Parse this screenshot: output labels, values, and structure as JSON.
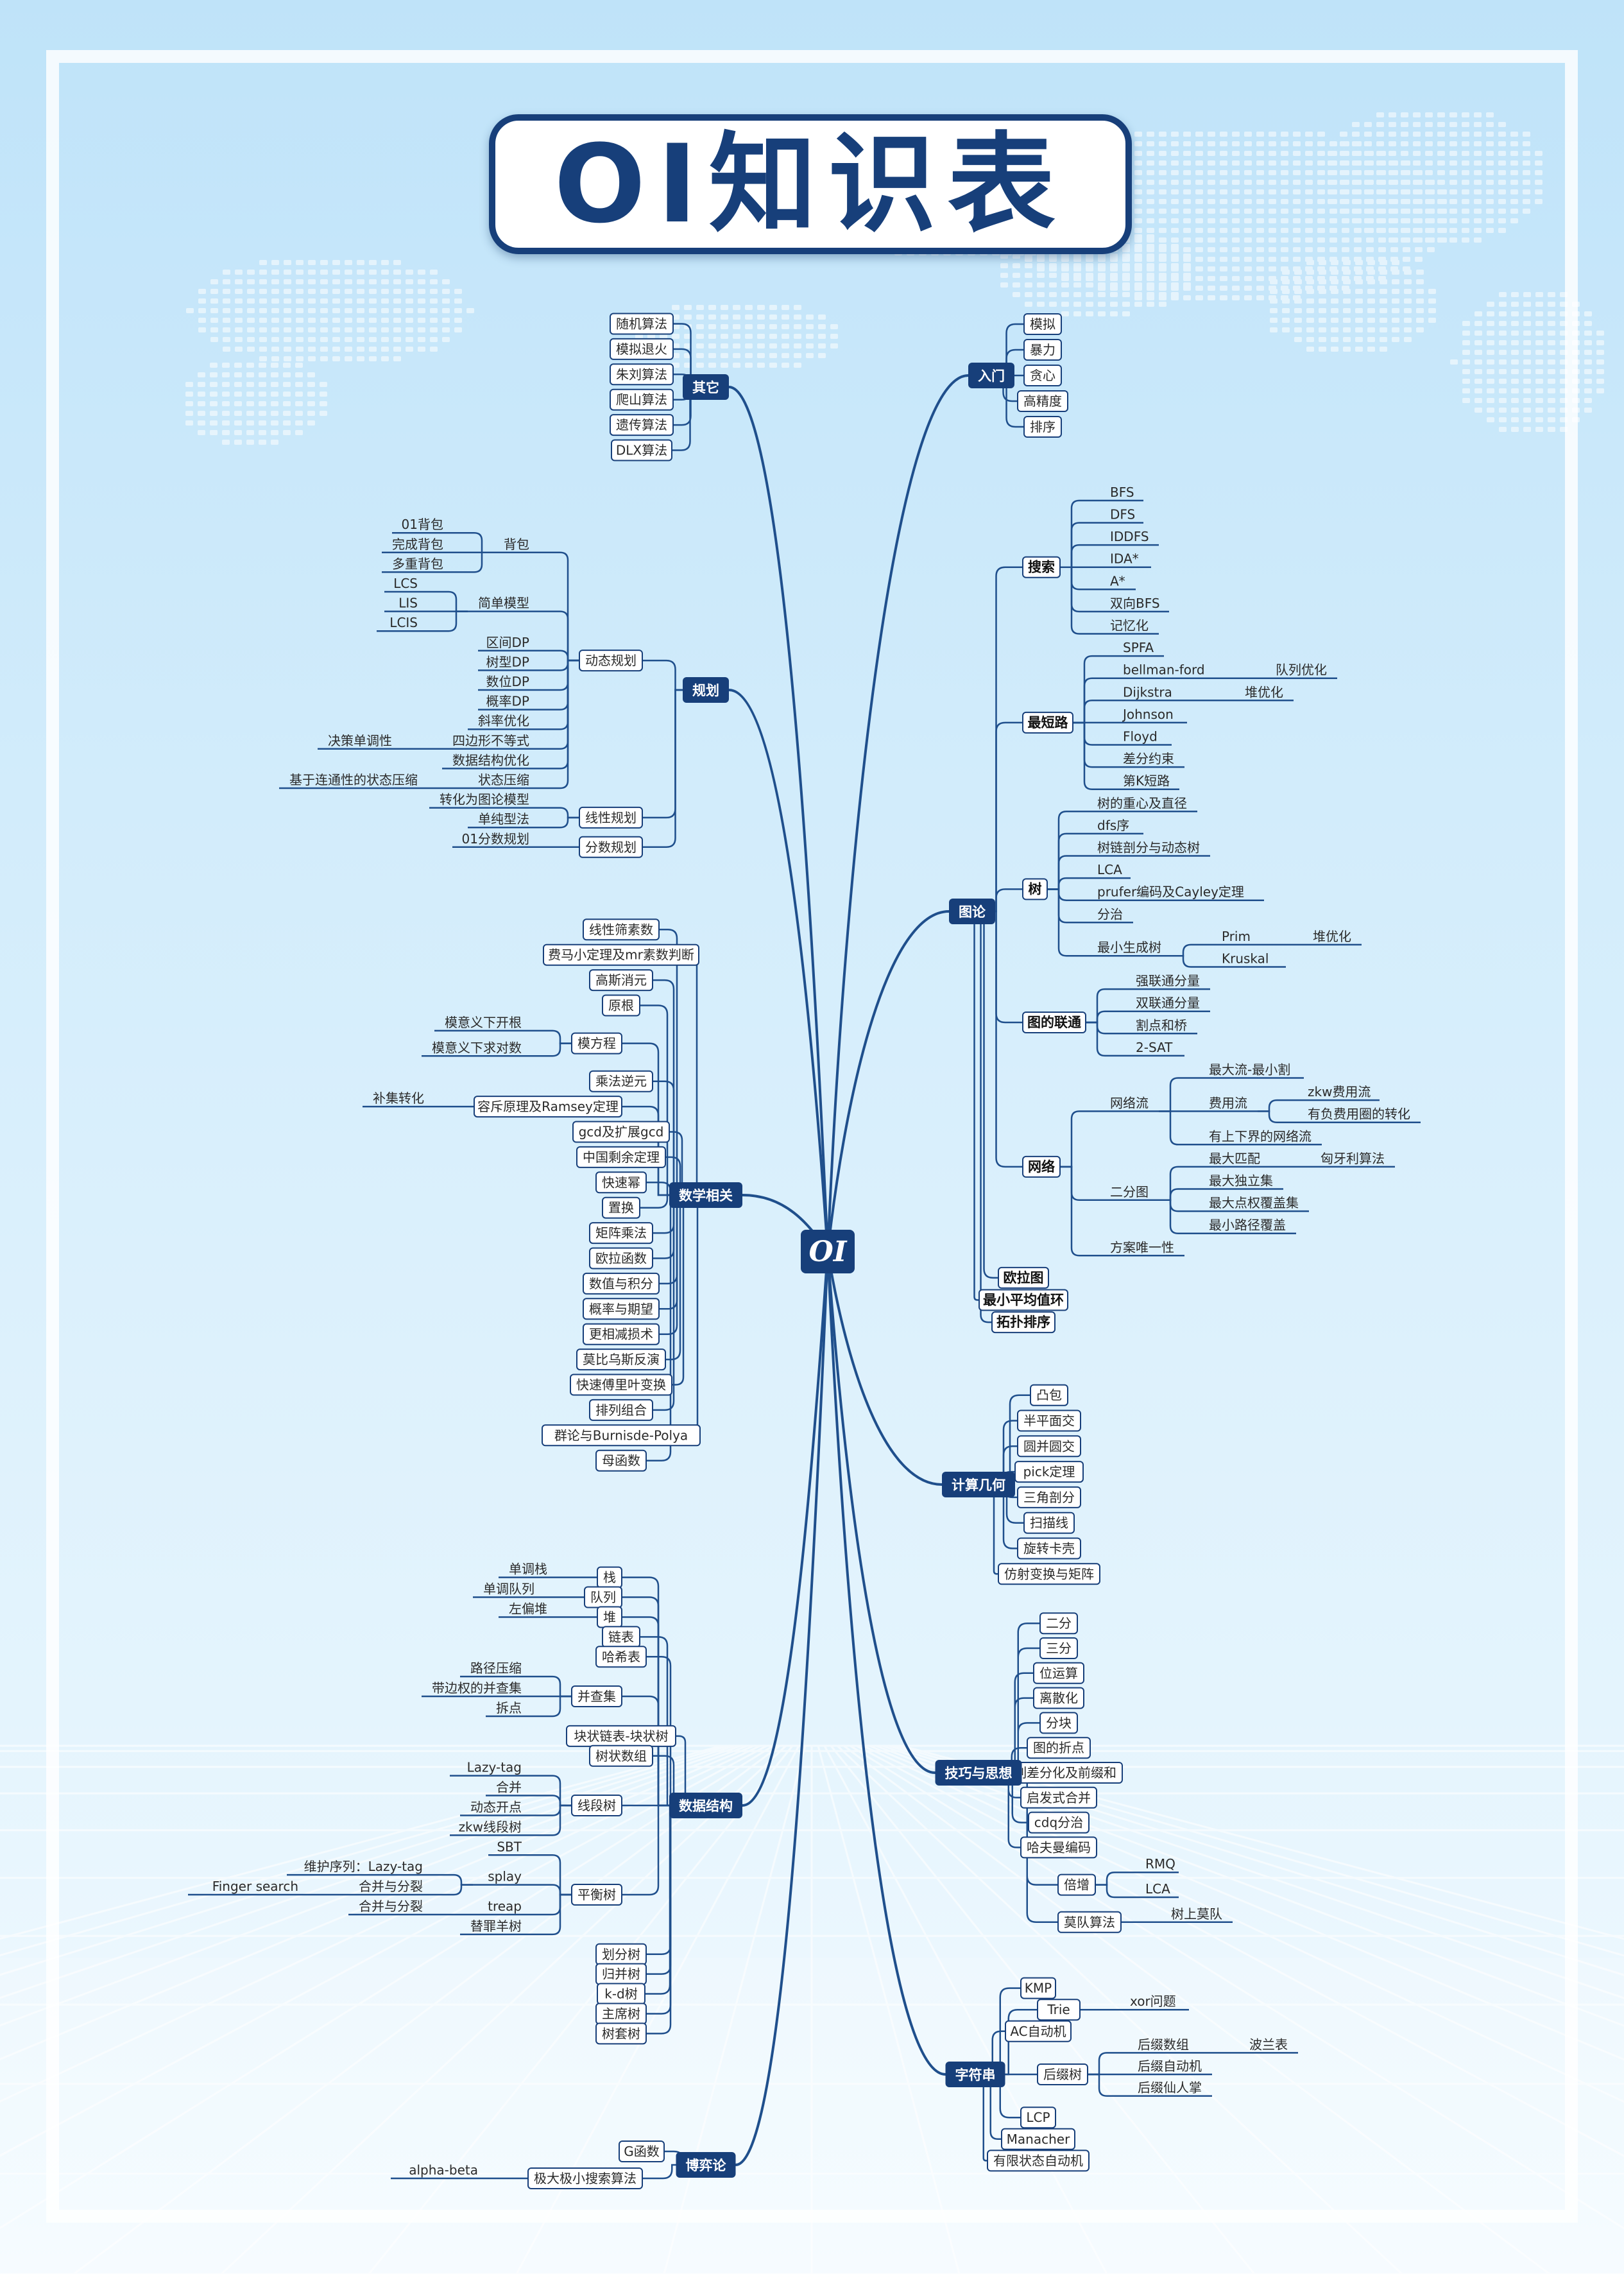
{
  "title": "OI知识表",
  "root": "OI",
  "colors": {
    "primary": "#173f7a",
    "line": "#1f4f8c",
    "box": "#ffffff"
  },
  "branches": [
    {
      "label": "入门",
      "children": [
        {
          "label": "模拟"
        },
        {
          "label": "暴力"
        },
        {
          "label": "贪心"
        },
        {
          "label": "高精度"
        },
        {
          "label": "排序"
        }
      ]
    },
    {
      "label": "图论",
      "children": [
        {
          "label": "搜索",
          "children": [
            {
              "label": "BFS"
            },
            {
              "label": "DFS"
            },
            {
              "label": "IDDFS"
            },
            {
              "label": "IDA*"
            },
            {
              "label": "A*"
            },
            {
              "label": "双向BFS"
            },
            {
              "label": "记忆化"
            }
          ]
        },
        {
          "label": "最短路",
          "children": [
            {
              "label": "SPFA"
            },
            {
              "label": "bellman-ford",
              "children": [
                {
                  "label": "队列优化"
                }
              ]
            },
            {
              "label": "Dijkstra",
              "children": [
                {
                  "label": "堆优化"
                }
              ]
            },
            {
              "label": "Johnson"
            },
            {
              "label": "Floyd"
            },
            {
              "label": "差分约束"
            },
            {
              "label": "第K短路"
            }
          ]
        },
        {
          "label": "树",
          "children": [
            {
              "label": "树的重心及直径"
            },
            {
              "label": "dfs序"
            },
            {
              "label": "树链剖分与动态树"
            },
            {
              "label": "LCA"
            },
            {
              "label": "prufer编码及Cayley定理"
            },
            {
              "label": "分治"
            },
            {
              "label": "最小生成树",
              "children": [
                {
                  "label": "Prim",
                  "children": [
                    {
                      "label": "堆优化"
                    }
                  ]
                },
                {
                  "label": "Kruskal"
                }
              ]
            }
          ]
        },
        {
          "label": "图的联通",
          "children": [
            {
              "label": "强联通分量"
            },
            {
              "label": "双联通分量"
            },
            {
              "label": "割点和桥"
            },
            {
              "label": "2-SAT"
            }
          ]
        },
        {
          "label": "网络",
          "children": [
            {
              "label": "网络流",
              "children": [
                {
                  "label": "最大流-最小割"
                },
                {
                  "label": "费用流",
                  "children": [
                    {
                      "label": "zkw费用流"
                    },
                    {
                      "label": "有负费用圈的转化"
                    }
                  ]
                },
                {
                  "label": "有上下界的网络流"
                }
              ]
            },
            {
              "label": "二分图",
              "children": [
                {
                  "label": "最大匹配",
                  "children": [
                    {
                      "label": "匈牙利算法"
                    }
                  ]
                },
                {
                  "label": "最大独立集"
                },
                {
                  "label": "最大点权覆盖集"
                },
                {
                  "label": "最小路径覆盖"
                }
              ]
            },
            {
              "label": "方案唯一性"
            }
          ]
        },
        {
          "label": "欧拉图"
        },
        {
          "label": "最小平均值环"
        },
        {
          "label": "拓扑排序"
        }
      ]
    },
    {
      "label": "计算几何",
      "children": [
        {
          "label": "凸包"
        },
        {
          "label": "半平面交"
        },
        {
          "label": "圆并圆交"
        },
        {
          "label": "pick定理"
        },
        {
          "label": "三角剖分"
        },
        {
          "label": "扫描线"
        },
        {
          "label": "旋转卡壳"
        },
        {
          "label": "仿射变换与矩阵"
        }
      ]
    },
    {
      "label": "技巧与思想",
      "children": [
        {
          "label": "二分"
        },
        {
          "label": "三分"
        },
        {
          "label": "位运算"
        },
        {
          "label": "离散化"
        },
        {
          "label": "分块"
        },
        {
          "label": "图的折点"
        },
        {
          "label": "数列差分化及前缀和"
        },
        {
          "label": "启发式合并"
        },
        {
          "label": "cdq分治"
        },
        {
          "label": "哈夫曼编码"
        },
        {
          "label": "倍增",
          "children": [
            {
              "label": "RMQ"
            },
            {
              "label": "LCA"
            }
          ]
        },
        {
          "label": "莫队算法",
          "children": [
            {
              "label": "树上莫队"
            }
          ]
        }
      ]
    },
    {
      "label": "字符串",
      "children": [
        {
          "label": "KMP"
        },
        {
          "label": "Trie",
          "children": [
            {
              "label": "xor问题"
            }
          ]
        },
        {
          "label": "AC自动机"
        },
        {
          "label": "后缀树",
          "children": [
            {
              "label": "后缀数组",
              "children": [
                {
                  "label": "波兰表"
                }
              ]
            },
            {
              "label": "后缀自动机"
            },
            {
              "label": "后缀仙人掌"
            }
          ]
        },
        {
          "label": "LCP"
        },
        {
          "label": "Manacher"
        },
        {
          "label": "有限状态自动机"
        }
      ]
    },
    {
      "label": "其它",
      "children": [
        {
          "label": "随机算法"
        },
        {
          "label": "模拟退火"
        },
        {
          "label": "朱刘算法"
        },
        {
          "label": "爬山算法"
        },
        {
          "label": "遗传算法"
        },
        {
          "label": "DLX算法"
        }
      ]
    },
    {
      "label": "规划",
      "children": [
        {
          "label": "动态规划",
          "children": [
            {
              "label": "背包",
              "children": [
                {
                  "label": "01背包"
                },
                {
                  "label": "完成背包"
                },
                {
                  "label": "多重背包"
                }
              ]
            },
            {
              "label": "简单模型",
              "children": [
                {
                  "label": "LCS"
                },
                {
                  "label": "LIS"
                },
                {
                  "label": "LCIS"
                }
              ]
            },
            {
              "label": "区间DP"
            },
            {
              "label": "树型DP"
            },
            {
              "label": "数位DP"
            },
            {
              "label": "概率DP"
            },
            {
              "label": "斜率优化"
            },
            {
              "label": "四边形不等式",
              "children": [
                {
                  "label": "决策单调性"
                }
              ]
            },
            {
              "label": "数据结构优化"
            },
            {
              "label": "状态压缩",
              "children": [
                {
                  "label": "基于连通性的状态压缩"
                }
              ]
            }
          ]
        },
        {
          "label": "线性规划",
          "children": [
            {
              "label": "转化为图论模型"
            },
            {
              "label": "单纯型法"
            }
          ]
        },
        {
          "label": "分数规划",
          "children": [
            {
              "label": "01分数规划"
            }
          ]
        }
      ]
    },
    {
      "label": "数学相关",
      "children": [
        {
          "label": "线性筛素数"
        },
        {
          "label": "费马小定理及mr素数判断"
        },
        {
          "label": "高斯消元"
        },
        {
          "label": "原根"
        },
        {
          "label": "模方程",
          "children": [
            {
              "label": "模意义下开根"
            },
            {
              "label": "模意义下求对数"
            }
          ]
        },
        {
          "label": "乘法逆元"
        },
        {
          "label": "容斥原理及Ramsey定理",
          "children": [
            {
              "label": "补集转化"
            }
          ]
        },
        {
          "label": "gcd及扩展gcd"
        },
        {
          "label": "中国剩余定理"
        },
        {
          "label": "快速幂"
        },
        {
          "label": "置换"
        },
        {
          "label": "矩阵乘法"
        },
        {
          "label": "欧拉函数"
        },
        {
          "label": "数值与积分"
        },
        {
          "label": "概率与期望"
        },
        {
          "label": "更相减损术"
        },
        {
          "label": "莫比乌斯反演"
        },
        {
          "label": "快速傅里叶变换"
        },
        {
          "label": "排列组合"
        },
        {
          "label": "群论与Burnisde-Polya"
        },
        {
          "label": "母函数"
        }
      ]
    },
    {
      "label": "数据结构",
      "children": [
        {
          "label": "栈",
          "children": [
            {
              "label": "单调栈"
            }
          ]
        },
        {
          "label": "队列",
          "children": [
            {
              "label": "单调队列"
            }
          ]
        },
        {
          "label": "堆",
          "children": [
            {
              "label": "左偏堆"
            }
          ]
        },
        {
          "label": "链表"
        },
        {
          "label": "哈希表"
        },
        {
          "label": "并查集",
          "children": [
            {
              "label": "路径压缩"
            },
            {
              "label": "带边权的并查集"
            },
            {
              "label": "拆点"
            }
          ]
        },
        {
          "label": "块状链表-块状树"
        },
        {
          "label": "树状数组"
        },
        {
          "label": "线段树",
          "children": [
            {
              "label": "Lazy-tag"
            },
            {
              "label": "合并"
            },
            {
              "label": "动态开点"
            },
            {
              "label": "zkw线段树"
            }
          ]
        },
        {
          "label": "平衡树",
          "children": [
            {
              "label": "SBT"
            },
            {
              "label": "splay",
              "children": [
                {
                  "label": "维护序列：Lazy-tag"
                },
                {
                  "label": "合并与分裂",
                  "children": [
                    {
                      "label": "Finger search"
                    }
                  ]
                }
              ]
            },
            {
              "label": "treap",
              "children": [
                {
                  "label": "合并与分裂"
                }
              ]
            },
            {
              "label": "替罪羊树"
            }
          ]
        },
        {
          "label": "划分树"
        },
        {
          "label": "归并树"
        },
        {
          "label": "k-d树"
        },
        {
          "label": "主席树"
        },
        {
          "label": "树套树"
        }
      ]
    },
    {
      "label": "博弈论",
      "children": [
        {
          "label": "G函数"
        },
        {
          "label": "极大极小搜索算法",
          "children": [
            {
              "label": "alpha-beta"
            }
          ]
        }
      ]
    }
  ]
}
